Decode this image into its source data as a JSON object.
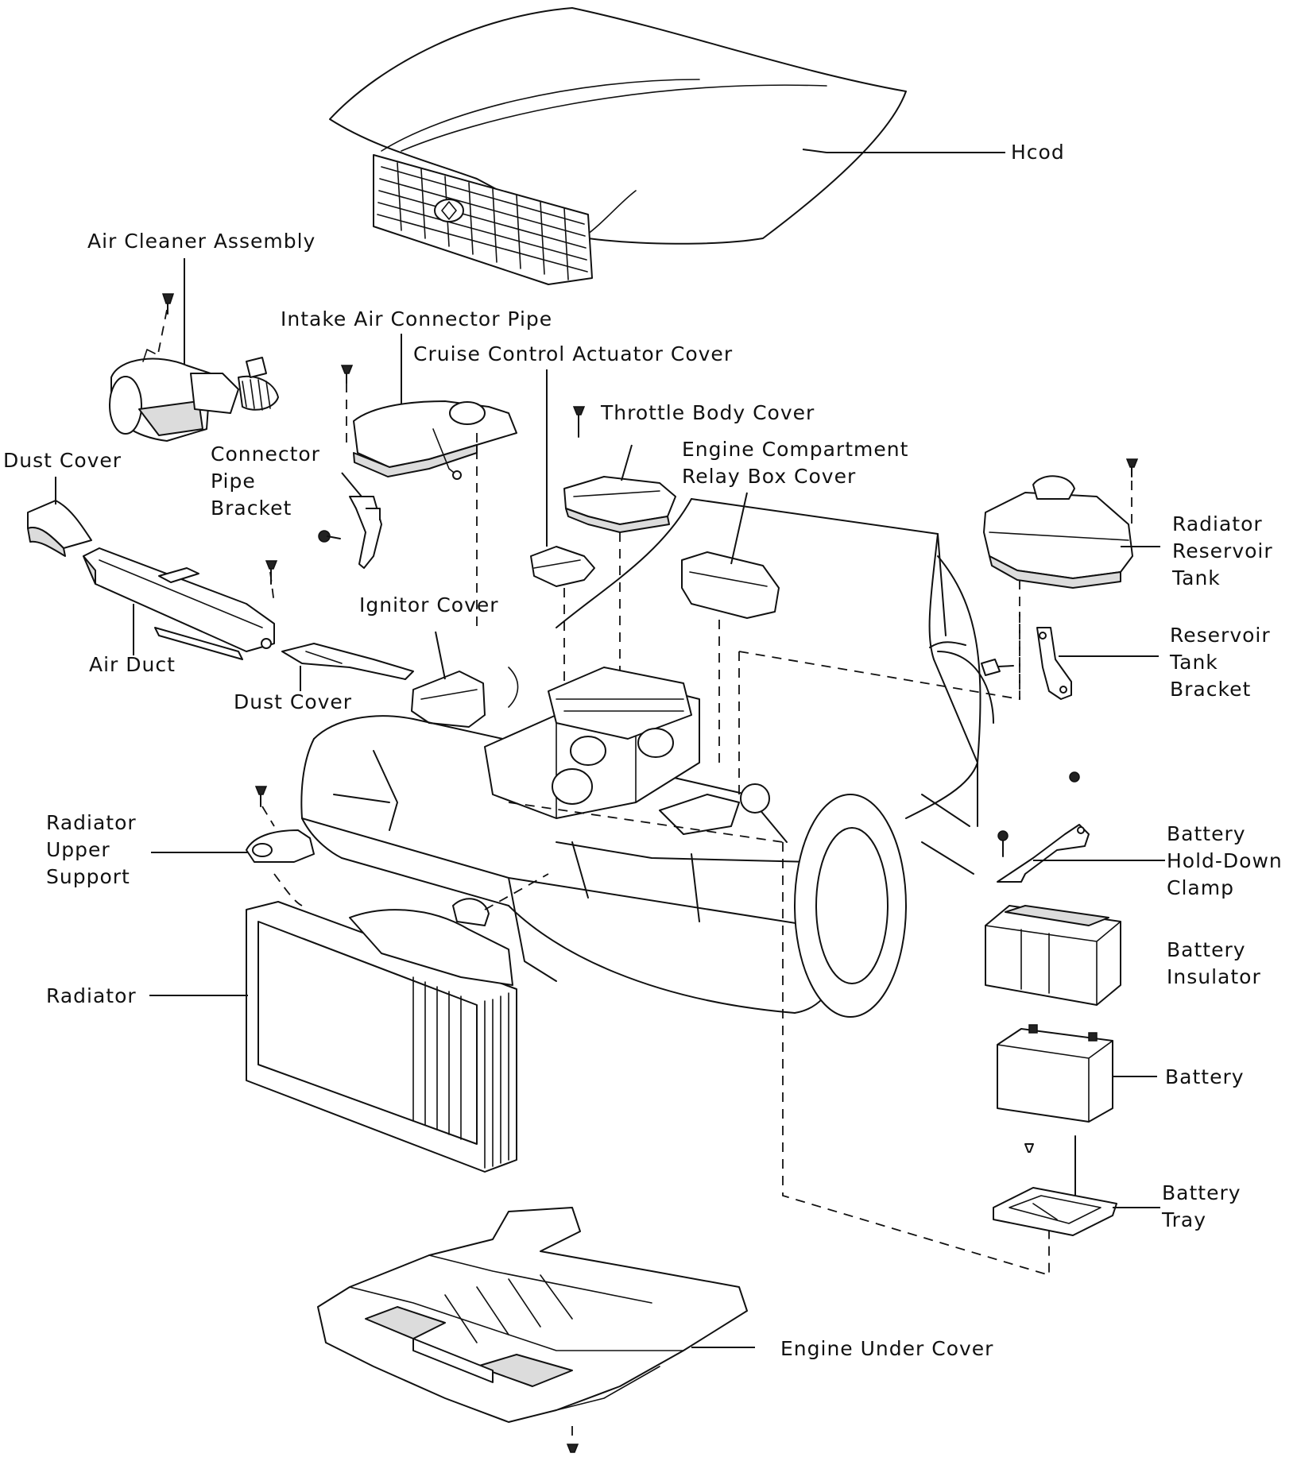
{
  "labels": {
    "hood": "Hcod",
    "air_cleaner_assembly": "Air Cleaner Assembly",
    "intake_air_connector_pipe": "Intake Air Connector Pipe",
    "cruise_control_actuator_cover": "Cruise Control Actuator Cover",
    "throttle_body_cover": "Throttle Body Cover",
    "engine_compartment_relay_box_cover": [
      "Engine Compartment",
      "Relay Box Cover"
    ],
    "dust_cover_left": "Dust Cover",
    "connector_pipe_bracket": [
      "Connector",
      "Pipe",
      "Bracket"
    ],
    "radiator_reservoir_tank": [
      "Radiator",
      "Reservoir",
      "Tank"
    ],
    "reservoir_tank_bracket": [
      "Reservoir",
      "Tank",
      "Bracket"
    ],
    "ignitor_cover": "Ignitor Cover",
    "air_duct": "Air Duct",
    "dust_cover_center": "Dust Cover",
    "radiator_upper_support": [
      "Radiator",
      "Upper",
      "Support"
    ],
    "battery_hold_down_clamp": [
      "Battery",
      "Hold-Down",
      "Clamp"
    ],
    "battery_insulator": [
      "Battery",
      "Insulator"
    ],
    "radiator": "Radiator",
    "battery": "Battery",
    "battery_tray": [
      "Battery",
      "Tray"
    ],
    "engine_under_cover": "Engine Under Cover"
  }
}
